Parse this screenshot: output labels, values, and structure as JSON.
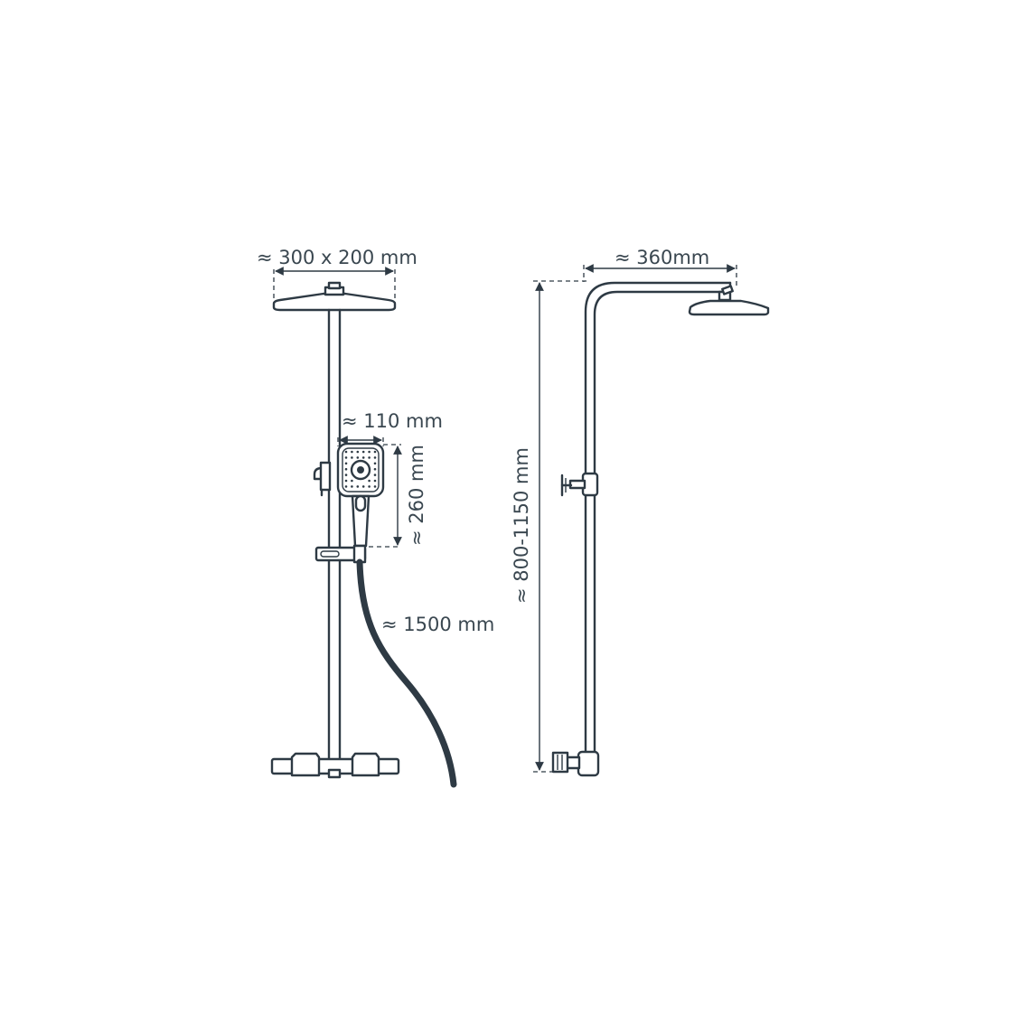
{
  "front_view": {
    "head_dimension": "≈ 300 x 200 mm",
    "handshower_width": "≈ 110 mm",
    "handshower_length": "≈ 260 mm",
    "hose_length": "≈ 1500 mm"
  },
  "side_view": {
    "arm_reach": "≈ 360mm",
    "height_range": "≈ 800-1150 mm"
  },
  "colors": {
    "line": "#2e3a44",
    "hose": "#2e3a44",
    "background": "#ffffff"
  }
}
